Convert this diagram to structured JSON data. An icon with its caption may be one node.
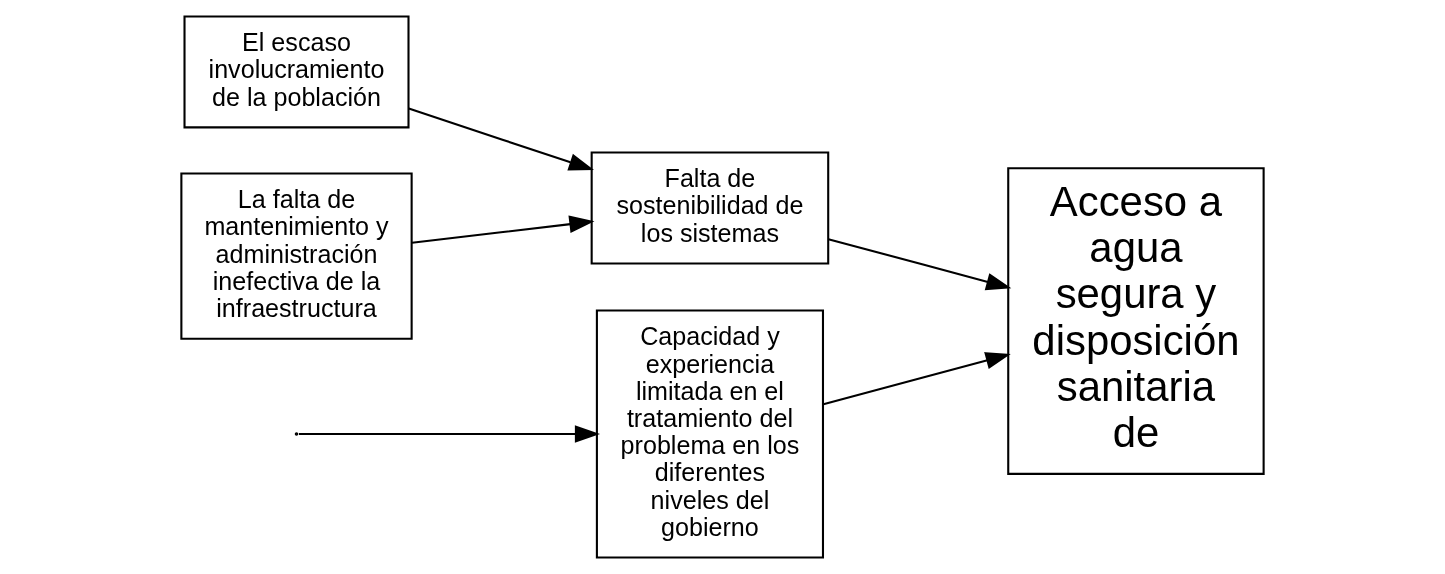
{
  "diagram": {
    "nodes": [
      {
        "text": [
          "Capacidad y experiencia limitada en el tratamiento del problema en los diferentes niveles del gobierno"
        ]
      },
      {
        "text": [
          "El escaso involucramiento de la población"
        ]
      },
      {
        "text": [
          "Falta de sostenibilidad de los sistemas"
        ]
      },
      {
        "text": [
          "La falta de mantenimiento y administración inefectiva de la infraestructura"
        ]
      },
      {
        "text": [
          "Acceso a agua segura y disposición sanitaria de"
        ]
      }
    ],
    "edges": [
      {
        "from": 1,
        "to": 2,
        "arrow": "to"
      },
      {
        "from": 3,
        "to": 2,
        "arrow": "to"
      },
      {
        "from": null,
        "to": 0,
        "arrow": "to"
      },
      {
        "from": 0,
        "to": 4,
        "arrow": "to"
      },
      {
        "from": 2,
        "to": 4,
        "arrow": "to"
      }
    ]
  }
}
